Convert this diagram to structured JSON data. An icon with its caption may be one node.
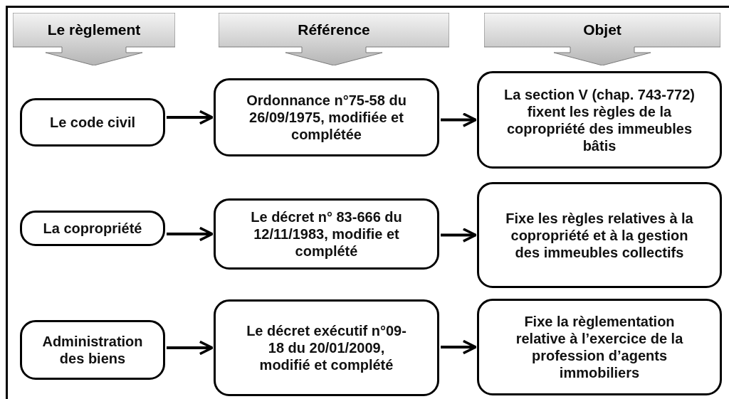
{
  "diagram": {
    "nodes": [
      {
        "text": [
          "Le règlement"
        ]
      },
      {
        "text": [
          "Référence"
        ]
      },
      {
        "text": [
          "Objet"
        ]
      },
      {
        "text": [
          "Le code civil"
        ]
      },
      {
        "text": [
          "Ordonnance n°75-58 du 26/09/1975, modifiée et complétée"
        ]
      },
      {
        "text": [
          "La section V  (chap. 743-772) fixent les règles de la copropriété des immeubles bâtis"
        ]
      },
      {
        "text": [
          "La copropriété"
        ]
      },
      {
        "text": [
          "Le décret n° 83-666 du 12/11/1983, modifie et complété"
        ]
      },
      {
        "text": [
          "Fixe les règles relatives à la copropriété et à la gestion des immeubles collectifs"
        ]
      },
      {
        "text": [
          "Administration des biens"
        ]
      },
      {
        "text": [
          "Le décret exécutif n°09-18 du 20/01/2009, modifié et complété"
        ]
      },
      {
        "text": [
          "Fixe la règlementation relative à l’exercice de la profession d’agents immobiliers"
        ]
      }
    ],
    "edges": [
      {
        "from": 3,
        "to": 4,
        "arrow": "to"
      },
      {
        "from": 4,
        "to": 5,
        "arrow": "to"
      },
      {
        "from": 6,
        "to": 7,
        "arrow": "to"
      },
      {
        "from": 7,
        "to": 8,
        "arrow": "to"
      },
      {
        "from": 9,
        "to": 10,
        "arrow": "to"
      },
      {
        "from": 10,
        "to": 11,
        "arrow": "to"
      }
    ]
  }
}
